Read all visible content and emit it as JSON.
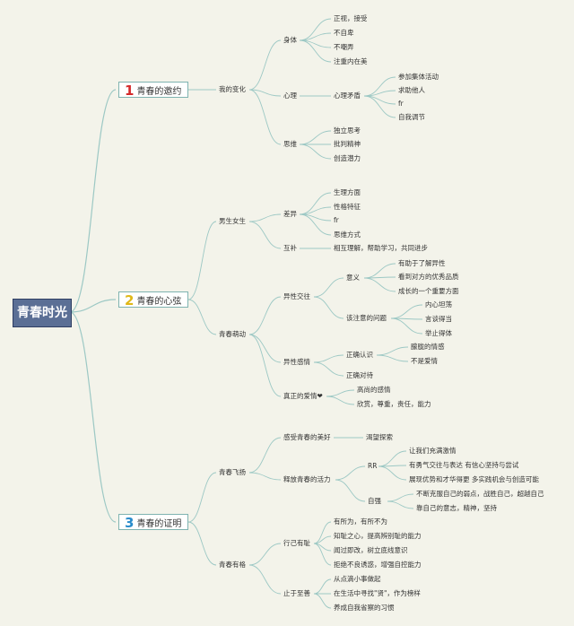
{
  "root": "青春时光",
  "colors": {
    "line": "#9cc8c4",
    "root_bg": "#5b6f95"
  },
  "sections": [
    {
      "num": "1",
      "label": "青春的邀约"
    },
    {
      "num": "2",
      "label": "青春的心弦"
    },
    {
      "num": "3",
      "label": "青春的证明"
    }
  ],
  "labels": {
    "s1_change": "我的变化",
    "s1_body": "身体",
    "s1_body_1": "正视，接受",
    "s1_body_2": "不自卑",
    "s1_body_3": "不嘲弄",
    "s1_body_4": "注重内在美",
    "s1_mind": "心理",
    "s1_conflict": "心理矛盾",
    "s1_conflict_1": "参加集体活动",
    "s1_conflict_2": "求助他人",
    "s1_conflict_3": "fr",
    "s1_conflict_4": "自我调节",
    "s1_think": "思维",
    "s1_think_1": "独立思考",
    "s1_think_2": "批判精神",
    "s1_think_3": "创造潜力",
    "s2_gender": "男生女生",
    "s2_diff": "差异",
    "s2_diff_1": "生理方面",
    "s2_diff_2": "性格特征",
    "s2_diff_3": "fr",
    "s2_diff_4": "思维方式",
    "s2_comp": "互补",
    "s2_comp_1": "相互理解，帮助学习，共同进步",
    "s2_love": "青春萌动",
    "s2_social": "异性交往",
    "s2_meaning": "意义",
    "s2_meaning_1": "有助于了解异性",
    "s2_meaning_2": "看到对方的优秀品质",
    "s2_meaning_3": "成长的一个重要方面",
    "s2_notice": "该注意的问题",
    "s2_notice_1": "内心坦荡",
    "s2_notice_2": "言谈得当",
    "s2_notice_3": "举止得体",
    "s2_feeling": "异性感情",
    "s2_correct": "正确认识",
    "s2_correct_1": "朦胧的情感",
    "s2_correct_2": "不是爱情",
    "s2_treat": "正确对待",
    "s2_true": "真正的爱情❤",
    "s2_true_1": "高尚的感情",
    "s2_true_2": "欣赏，尊重，责任，能力",
    "s3_fly": "青春飞扬",
    "s3_feel": "感受青春的美好",
    "s3_feel_1": "渴望探索",
    "s3_release": "释放青春的活力",
    "s3_rr": "RR",
    "s3_rr_1": "让我们充满激情",
    "s3_rr_2": "有勇气交往与表达 有信心坚持与尝试",
    "s3_rr_3": "展现优势和才华得更 多实践机会与创造可能",
    "s3_strong": "自强",
    "s3_strong_1": "不断克服自己的弱点，战胜自己，超越自己",
    "s3_strong_2": "靠自己的意志，精神，坚持",
    "s3_grid": "青春有格",
    "s3_shame": "行己有耻",
    "s3_shame_1": "有所为，有所不为",
    "s3_shame_2": "知耻之心，提高辨别耻的能力",
    "s3_shame_3": "闻过即改，树立底线意识",
    "s3_shame_4": "拒绝不良诱惑，增强自控能力",
    "s3_good": "止于至善",
    "s3_good_1": "从点滴小事做起",
    "s3_good_2": "在生活中寻找\"贤\"，作为榜样",
    "s3_good_3": "养成自我省察的习惯"
  }
}
